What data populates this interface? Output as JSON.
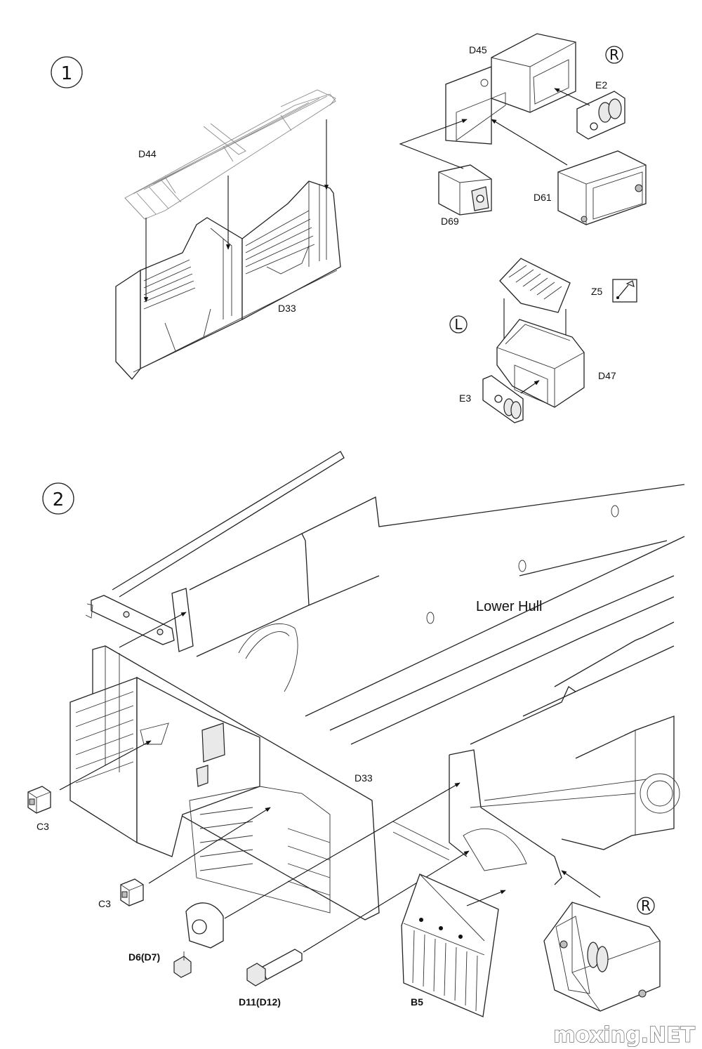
{
  "step1": {
    "number": "1",
    "parts": {
      "d44": "D44",
      "d33": "D33",
      "d45": "D45",
      "e2": "E2",
      "d69": "D69",
      "d61": "D61",
      "z5": "Z5",
      "d47": "D47",
      "e3": "E3"
    },
    "right_mark": "R",
    "left_mark": "L"
  },
  "step2": {
    "number": "2",
    "lower_hull": "Lower Hull",
    "parts": {
      "d33": "D33",
      "c3_top": "C3",
      "c3_bottom": "C3",
      "d6": "D6(D7)",
      "d11": "D11(D12)",
      "b5": "B5"
    },
    "right_mark": "R"
  },
  "watermark": "moxing.NET"
}
